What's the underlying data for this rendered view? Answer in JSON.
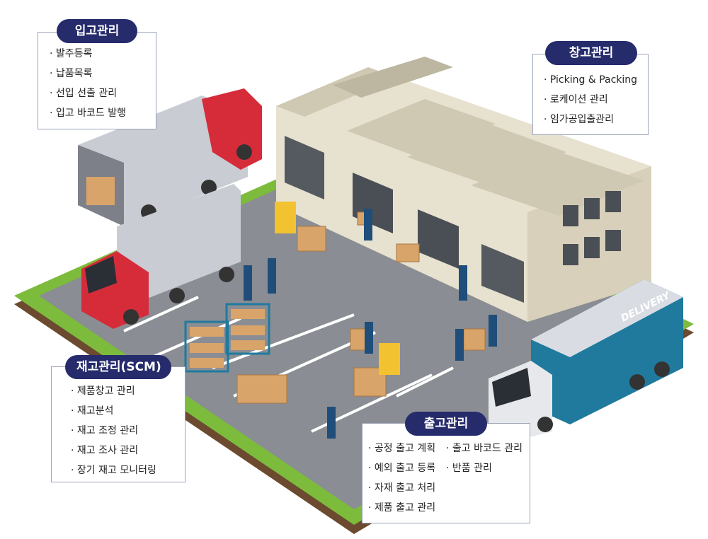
{
  "colors": {
    "badge": "#252b6b",
    "panel_border": "#9aa3b8",
    "ground": "#8a8d93",
    "grass": "#7dbb3c",
    "soil": "#6b4a2f",
    "warehouse_wall": "#e7e1cf",
    "warehouse_roof": "#cfc8b2",
    "truck_red": "#d62c3a",
    "truck_blue": "#1f7a9e",
    "container": "#c9ccd2",
    "box": "#d9a46a"
  },
  "sections": {
    "inbound": {
      "title": "입고관리",
      "items": [
        "발주등록",
        "납품목록",
        "선입 선출 관리",
        "입고 바코드 발행"
      ]
    },
    "warehouse": {
      "title": "창고관리",
      "items": [
        "Picking & Packing",
        "로케이션 관리",
        "임가공입출관리"
      ]
    },
    "inventory": {
      "title": "재고관리(SCM)",
      "items": [
        "제품창고 관리",
        "재고분석",
        "재고 조정 관리",
        "재고 조사 관리",
        "장기 재고 모니터링"
      ]
    },
    "outbound": {
      "title": "출고관리",
      "items_left": [
        "공정 출고 계획",
        "예외 출고 등록",
        "자재 출고 처리",
        "제품 출고 관리"
      ],
      "items_right": [
        "출고 바코드 관리",
        "반품 관리"
      ]
    }
  },
  "truck_label": "DELIVERY",
  "icons": [
    "warehouse-illustration",
    "truck-icon",
    "forklift-icon",
    "worker-icon",
    "pallet-icon",
    "shelf-rack-icon"
  ]
}
